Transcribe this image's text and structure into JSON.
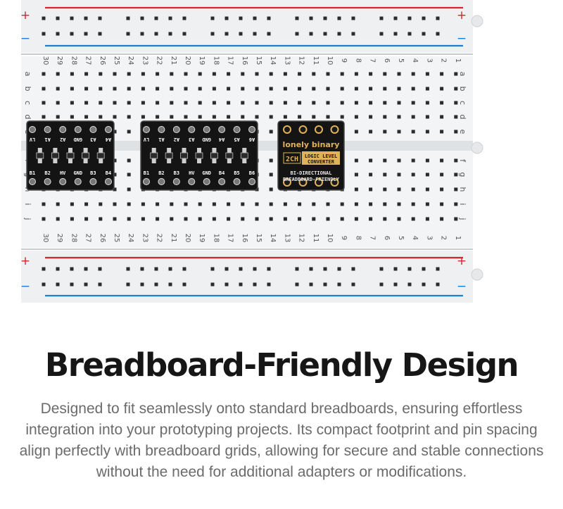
{
  "headline": "Breadboard-Friendly Design",
  "description": "Designed to fit seamlessly onto standard breadboards, ensuring effortless integration into your prototyping projects. Its compact footprint and pin spacing align perfectly with breadboard grids, allowing for secure and stable connections without the need for additional adapters or modifications.",
  "breadboard": {
    "plus_label": "+",
    "minus_label": "−",
    "row_letters_top": [
      "a",
      "b",
      "c",
      "d",
      "e"
    ],
    "row_letters_bottom": [
      "f",
      "g",
      "h",
      "i",
      "j"
    ],
    "column_numbers": [
      "30",
      "29",
      "28",
      "27",
      "26",
      "25",
      "24",
      "23",
      "22",
      "21",
      "20",
      "19",
      "18",
      "17",
      "16",
      "15",
      "14",
      "13",
      "12",
      "11",
      "10",
      "9",
      "8",
      "7",
      "6",
      "5",
      "4",
      "3",
      "2",
      "1"
    ],
    "colors": {
      "board": "#eef0f1",
      "hole": "#2b2b2b",
      "rail_red": "#d6262c",
      "rail_blue": "#1d7fd1",
      "pcb": "#141414"
    }
  },
  "modules": [
    {
      "name": "4ch-converter",
      "top_pins": [
        "LV",
        "A1",
        "A2",
        "GND",
        "A3",
        "A4"
      ],
      "bottom_pins": [
        "B1",
        "B2",
        "HV",
        "GND",
        "B3",
        "B4"
      ]
    },
    {
      "name": "8ch-converter",
      "top_pins": [
        "LV",
        "A1",
        "A2",
        "A3",
        "GND",
        "A4",
        "A5",
        "A6"
      ],
      "bottom_pins": [
        "B1",
        "B2",
        "B3",
        "HV",
        "GND",
        "B4",
        "B5",
        "B6"
      ]
    },
    {
      "name": "2ch-converter",
      "brand": "lonely binary",
      "channel_tag": "2CH",
      "product_line1": "LOGIC LEVEL",
      "product_line2": "CONVERTER",
      "feature1": "BI-DIRECTIONAL",
      "feature2": "BREADBOARD-FRIENDLY"
    }
  ]
}
